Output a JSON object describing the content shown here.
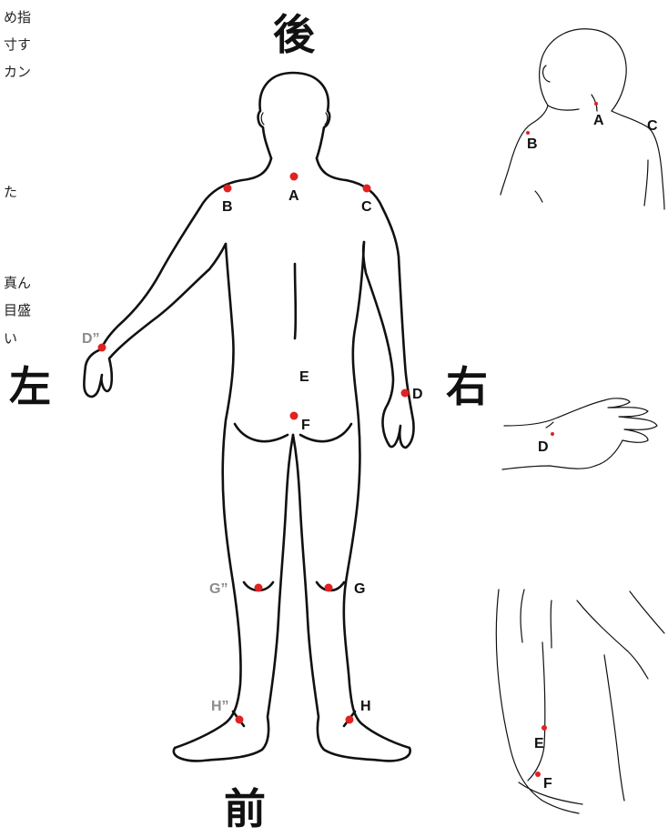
{
  "direction_labels": {
    "back": "後",
    "front": "前",
    "left": "左",
    "right": "右"
  },
  "side_text_fragments": [
    "め指",
    "寸す",
    "カン",
    "た",
    "真ん",
    "目盛",
    "い"
  ],
  "main_figure_points": {
    "A": "A",
    "B": "B",
    "C": "C",
    "D": "D",
    "D2": "D”",
    "E": "E",
    "F": "F",
    "G": "G",
    "G2": "G”",
    "H": "H",
    "H2": "H”"
  },
  "detail_shoulder_points": {
    "A": "A",
    "B": "B",
    "C": "C"
  },
  "detail_wrist_points": {
    "D": "D"
  },
  "detail_hip_points": {
    "E": "E",
    "F": "F"
  },
  "colors": {
    "point": "#e02222",
    "label": "#111111",
    "mirrored_label": "#8c8c8c",
    "line": "#111111"
  }
}
